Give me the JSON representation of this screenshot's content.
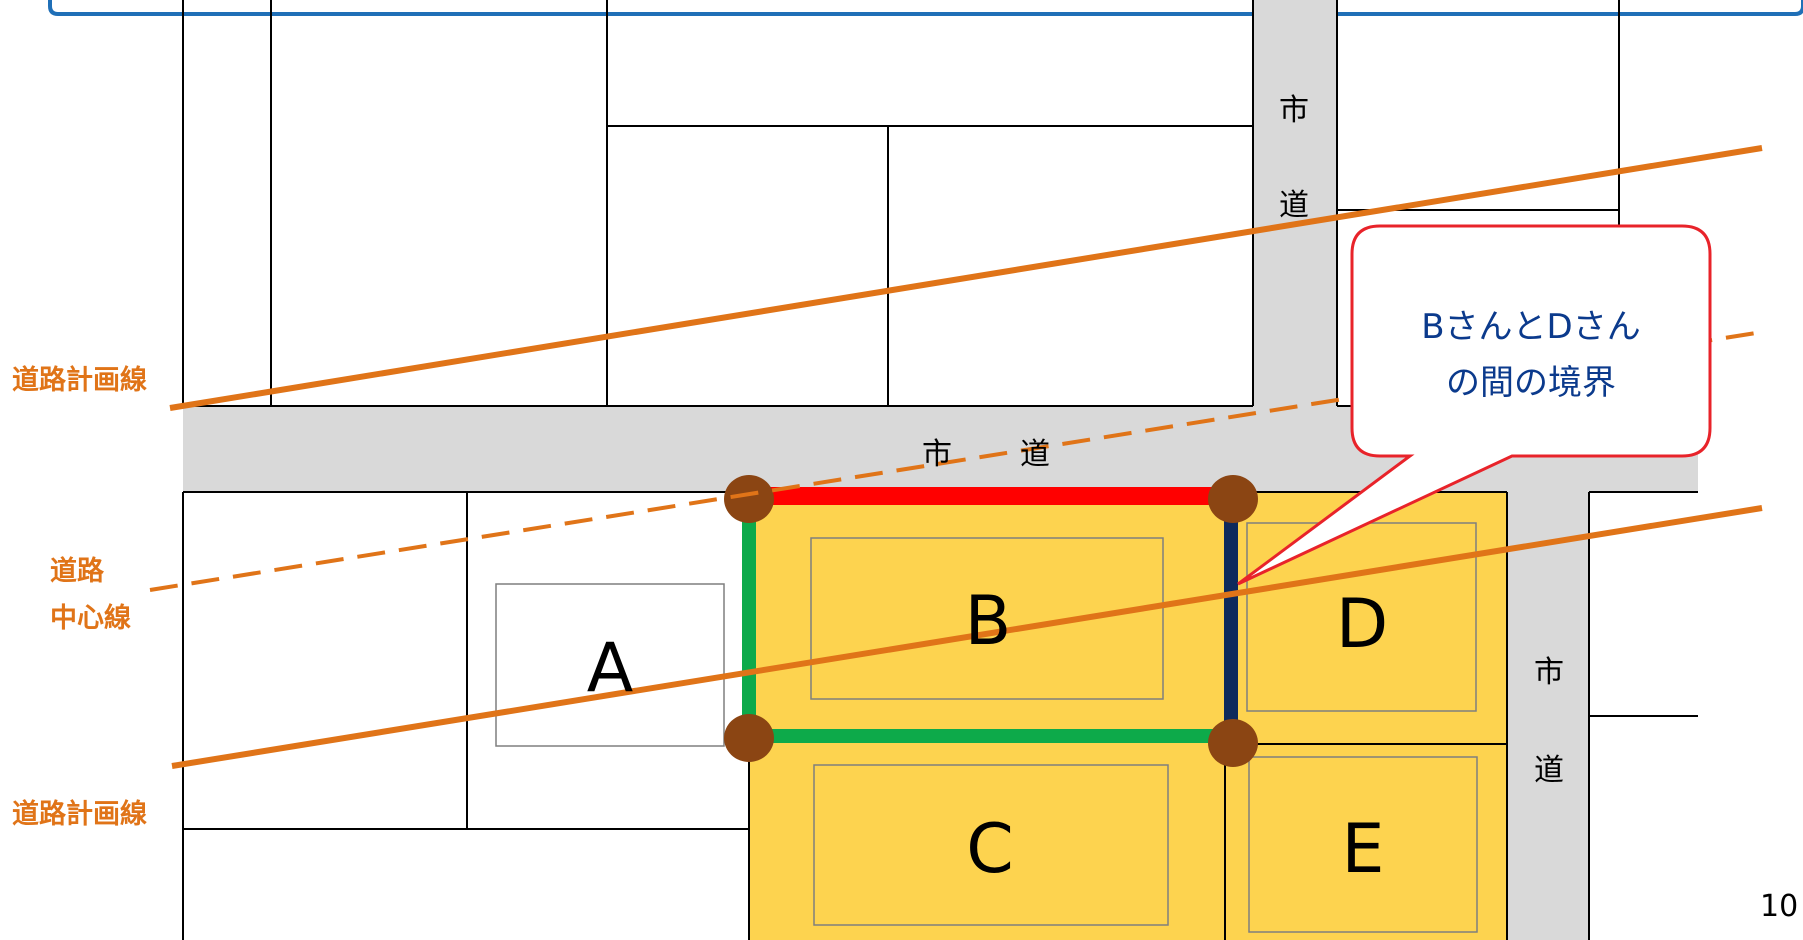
{
  "colors": {
    "road": "#D9D9D9",
    "parcel_highlight": "#FDD34F",
    "plan_line": "#E07418",
    "boundary_B_D": "#0E2A5C",
    "boundary_top": "#FF0000",
    "boundary_green": "#0DAA4A",
    "corner_marker": "#8B4513",
    "callout_border": "#E8232A",
    "frame_border": "#1F6FB7"
  },
  "labels": {
    "road_plan_line_upper": "道路計画線",
    "road_center_line_1": "道路",
    "road_center_line_2": "中心線",
    "road_plan_line_lower": "道路計画線"
  },
  "roads": {
    "vertical_top_1": "市",
    "vertical_top_2": "道",
    "horizontal_1": "市",
    "horizontal_2": "道",
    "vertical_right_1": "市",
    "vertical_right_2": "道"
  },
  "parcels": {
    "a": "A",
    "b": "B",
    "c": "C",
    "d": "D",
    "e": "E"
  },
  "callout": {
    "line1": "BさんとDさん",
    "line2": "の間の境界"
  },
  "page_number": "10"
}
